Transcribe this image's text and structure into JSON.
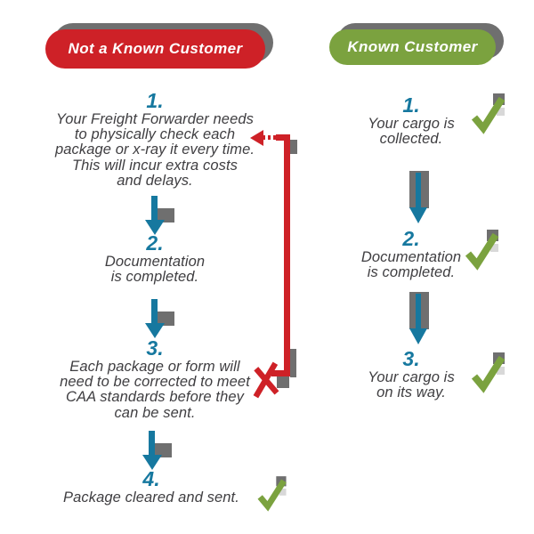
{
  "colors": {
    "red": "#ce2127",
    "green": "#7ba23f",
    "blue": "#16789f",
    "text": "#3f3e41",
    "shadow": "#6f6f6f",
    "shadowLight": "#d8d8d8"
  },
  "left_column": {
    "header": "Not a Known Customer",
    "steps": [
      {
        "number": "1.",
        "lines": [
          "Your Freight Forwarder needs",
          "to physically check each",
          "package or x-ray it every time.",
          "This will incur extra costs",
          "and delays."
        ]
      },
      {
        "number": "2.",
        "lines": [
          "Documentation",
          "is completed."
        ]
      },
      {
        "number": "3.",
        "lines": [
          "Each package or form will",
          "need to be corrected to meet",
          "CAA standards before they",
          "can be sent."
        ]
      },
      {
        "number": "4.",
        "lines": [
          "Package cleared and sent."
        ]
      }
    ]
  },
  "right_column": {
    "header": "Known Customer",
    "steps": [
      {
        "number": "1.",
        "lines": [
          "Your cargo is",
          "collected."
        ]
      },
      {
        "number": "2.",
        "lines": [
          "Documentation",
          "is completed."
        ]
      },
      {
        "number": "3.",
        "lines": [
          "Your cargo is",
          "on its way."
        ]
      }
    ]
  }
}
